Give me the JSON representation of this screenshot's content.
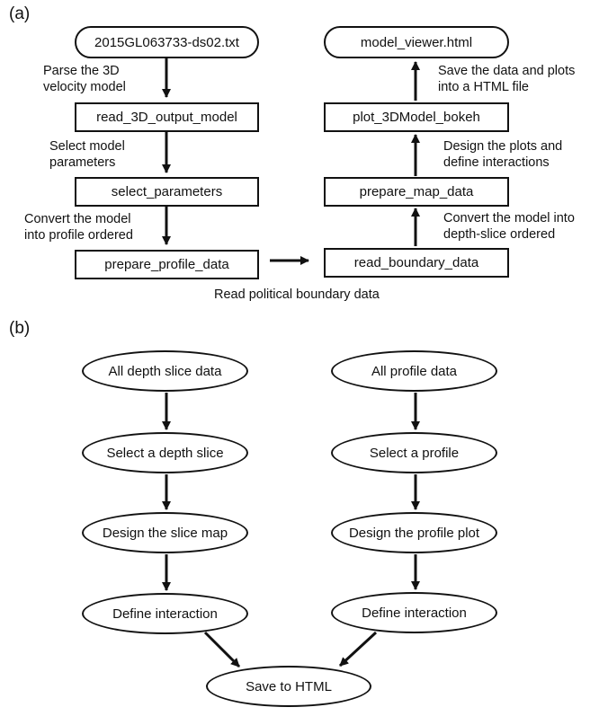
{
  "panel_a": {
    "label": "(a)",
    "left_column": [
      "2015GL063733-ds02.txt",
      "read_3D_output_model",
      "select_parameters",
      "prepare_profile_data"
    ],
    "right_column": [
      "model_viewer.html",
      "plot_3DModel_bokeh",
      "prepare_map_data",
      "read_boundary_data"
    ],
    "left_notes": [
      [
        "Parse the 3D",
        "velocity model"
      ],
      [
        "Select model",
        "parameters"
      ],
      [
        "Convert the model",
        "into profile ordered"
      ]
    ],
    "right_notes": [
      [
        "Save the data and plots",
        "into a HTML file"
      ],
      [
        "Design the plots and",
        "define interactions"
      ],
      [
        "Convert the model into",
        "depth-slice ordered"
      ]
    ],
    "bottom_note": "Read political boundary data"
  },
  "panel_b": {
    "label": "(b)",
    "left_column": [
      "All depth slice data",
      "Select a depth slice",
      "Design the slice map",
      "Define interaction"
    ],
    "right_column": [
      "All profile data",
      "Select a profile",
      "Design the profile plot",
      "Define interaction"
    ],
    "final": "Save to HTML"
  }
}
